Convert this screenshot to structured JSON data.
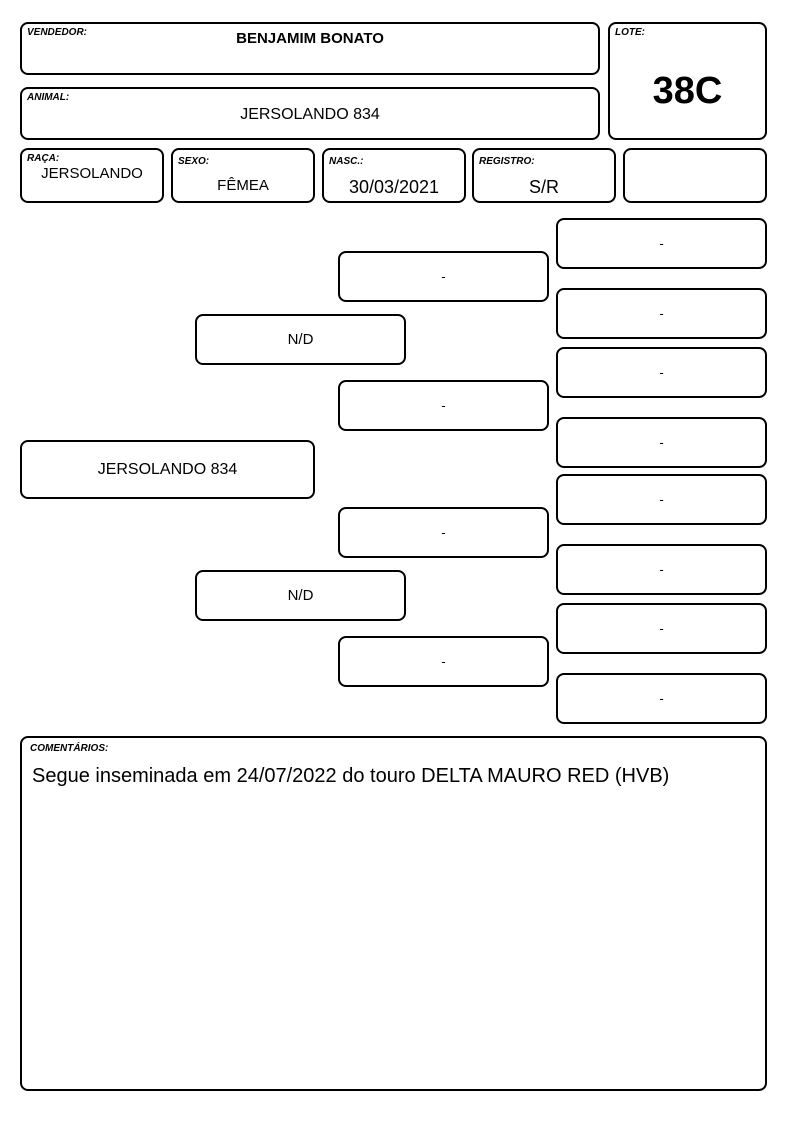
{
  "header": {
    "vendedor": {
      "label": "VENDEDOR:",
      "value": "BENJAMIM BONATO"
    },
    "lote": {
      "label": "LOTE:",
      "value": "38C"
    },
    "animal": {
      "label": "ANIMAL:",
      "value": "JERSOLANDO 834"
    }
  },
  "details": {
    "raca": {
      "label": "RAÇA:",
      "value": "JERSOLANDO"
    },
    "sexo": {
      "label": "SEXO:",
      "value": "FÊMEA"
    },
    "nasc": {
      "label": "NASC.:",
      "value": "30/03/2021"
    },
    "registro": {
      "label": "REGISTRO:",
      "value": "S/R"
    },
    "extra": {
      "value": ""
    }
  },
  "pedigree": {
    "animal": "JERSOLANDO 834",
    "sire": "N/D",
    "dam": "N/D",
    "sire_sire": "-",
    "sire_dam": "-",
    "dam_sire": "-",
    "dam_dam": "-",
    "ggp": [
      "-",
      "-",
      "-",
      "-",
      "-",
      "-",
      "-",
      "-"
    ]
  },
  "comments": {
    "label": "COMENTÁRIOS:",
    "text": "Segue inseminada em 24/07/2022 do touro DELTA MAURO RED (HVB)"
  }
}
